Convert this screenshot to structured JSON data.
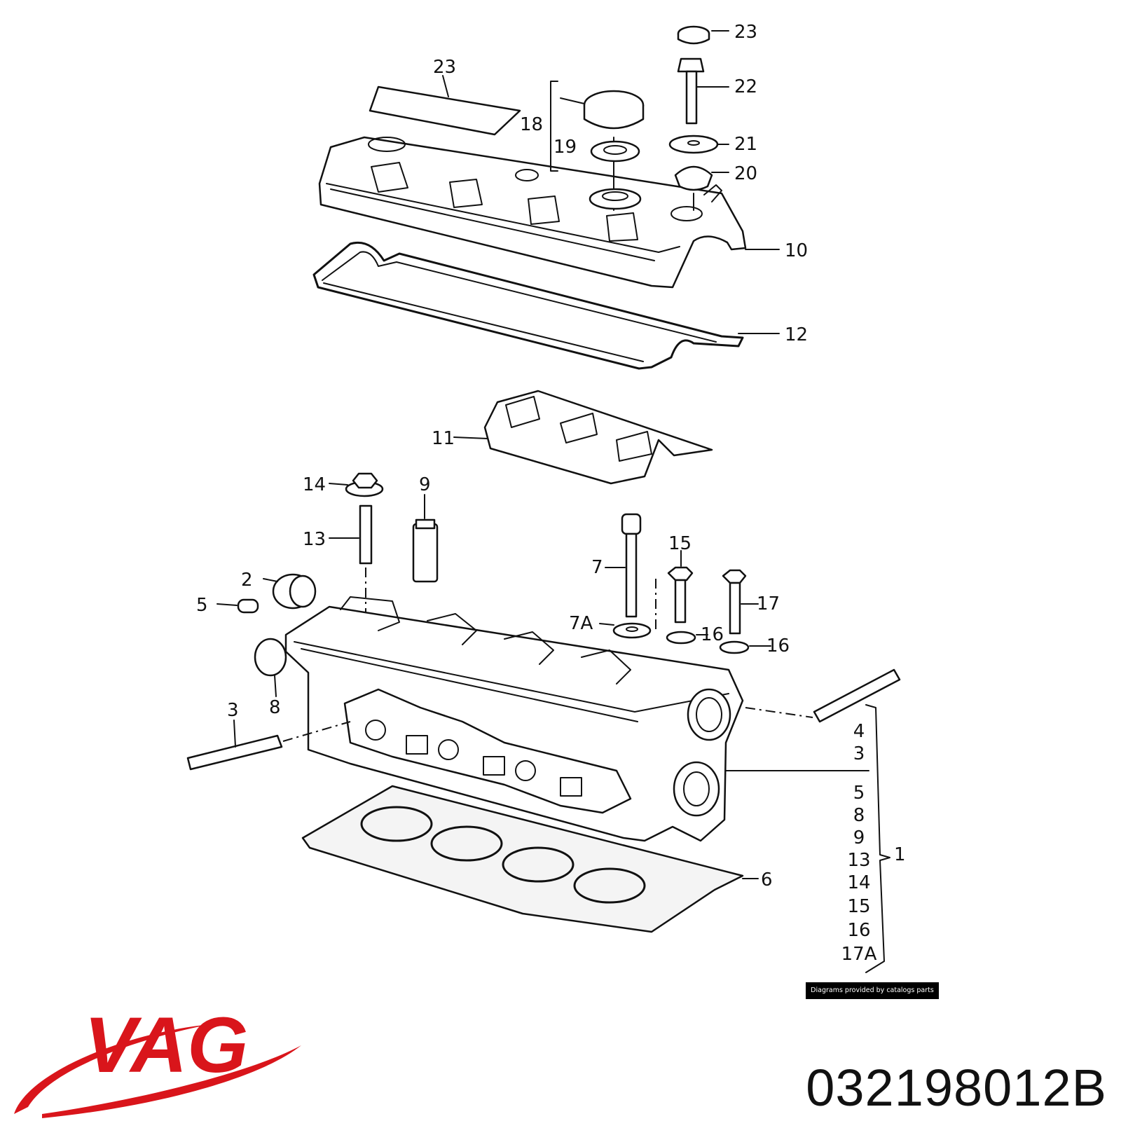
{
  "brand": {
    "name": "VAG",
    "color": "#d9151b"
  },
  "part_number": "032198012B",
  "credit": "Diagrams provided by catalogs parts",
  "labels": {
    "l23a": "23",
    "l23b": "23",
    "l22": "22",
    "l21": "21",
    "l20": "20",
    "l18": "18",
    "l19": "19",
    "l10": "10",
    "l12": "12",
    "l11": "11",
    "l14": "14",
    "l9": "9",
    "l13": "13",
    "l2": "2",
    "l5": "5",
    "l7": "7",
    "l15": "15",
    "l17": "17",
    "l7a": "7A",
    "l16a": "16",
    "l16b": "16",
    "l3": "3",
    "l8": "8",
    "l6": "6",
    "l1": "1"
  },
  "kit_list": [
    "4",
    "3",
    "5",
    "8",
    "9",
    "13",
    "14",
    "15",
    "16",
    "17A"
  ]
}
